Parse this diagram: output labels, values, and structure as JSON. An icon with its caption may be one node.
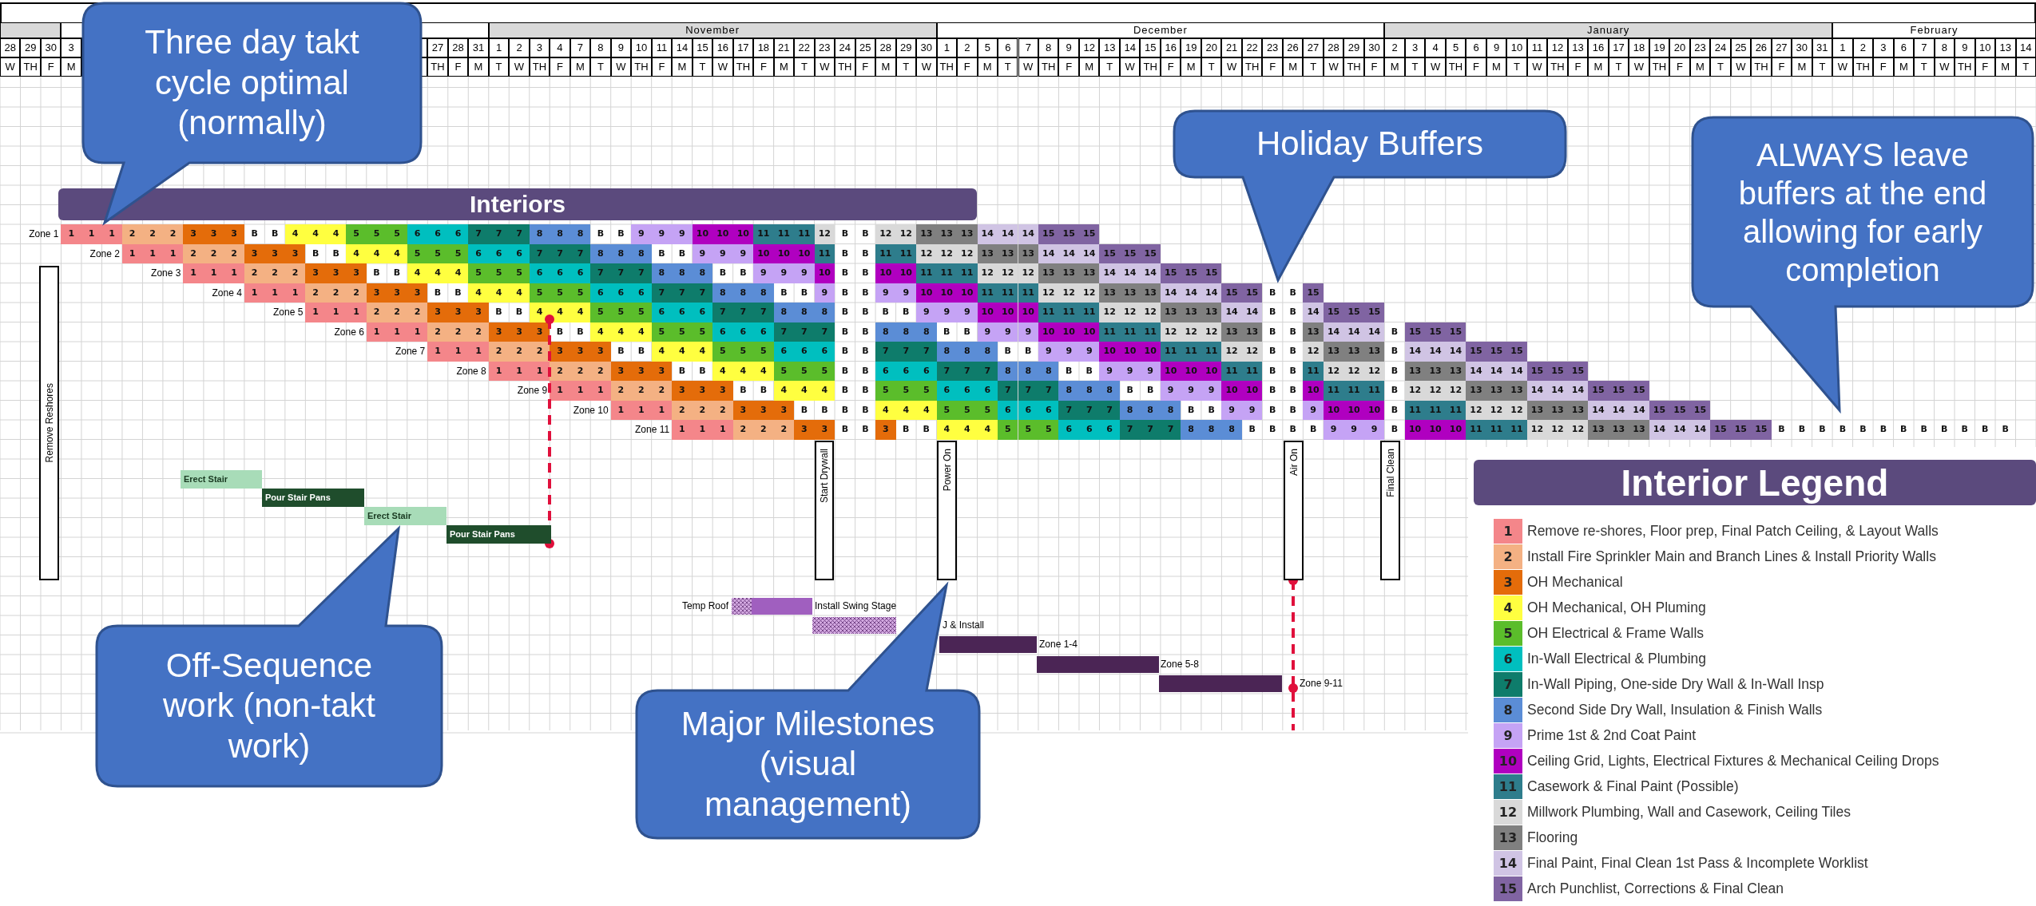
{
  "diagram": {
    "nodes": [
      {
        "text": [
          "Interiors"
        ]
      },
      {
        "text": [
          "Three day takt cycle optimal (normally)"
        ]
      },
      {
        "text": [
          "Holiday Buffers"
        ]
      },
      {
        "text": [
          "ALWAYS leave buffers at the end allowing for early completion"
        ]
      },
      {
        "text": [
          "Remove Reshores"
        ]
      },
      {
        "text": [
          "Start Drywall"
        ]
      },
      {
        "text": [
          "Power On"
        ]
      },
      {
        "text": [
          "Air On"
        ]
      },
      {
        "text": [
          "Final Clean"
        ]
      },
      {
        "text": [
          "Erect Stair"
        ]
      },
      {
        "text": [
          "Pour Stair Pans"
        ]
      },
      {
        "text": [
          "Erect Stair"
        ]
      },
      {
        "text": [
          "Pour Stair Pans"
        ]
      },
      {
        "text": [
          "Off-Sequence work (non-takt work)"
        ]
      },
      {
        "text": [
          "Major Milestones (visual management)"
        ]
      },
      {
        "text": [
          "Interior Legend"
        ]
      },
      {
        "text": [],
        "shape": "bar"
      },
      {
        "text": [],
        "shape": "bar"
      },
      {
        "text": [],
        "shape": "bar"
      },
      {
        "text": [],
        "shape": "bar"
      },
      {
        "text": [],
        "shape": "bar"
      },
      {
        "text": [],
        "shape": "bar"
      }
    ],
    "labels": [
      "November",
      "December",
      "January",
      "February",
      "28",
      "29",
      "30",
      "3",
      "27",
      "28",
      "31",
      "1",
      "2",
      "3",
      "4",
      "7",
      "8",
      "9",
      "10",
      "11",
      "14",
      "15",
      "16",
      "17",
      "18",
      "21",
      "22",
      "23",
      "24",
      "25",
      "28",
      "29",
      "30",
      "1",
      "2",
      "5",
      "6",
      "7",
      "8",
      "9",
      "12",
      "13",
      "14",
      "15",
      "16",
      "19",
      "20",
      "21",
      "22",
      "23",
      "26",
      "27",
      "28",
      "29",
      "30",
      "2",
      "3",
      "4",
      "5",
      "6",
      "9",
      "10",
      "11",
      "12",
      "13",
      "16",
      "17",
      "18",
      "19",
      "20",
      "23",
      "24",
      "25",
      "26",
      "27",
      "30",
      "31",
      "1",
      "2",
      "3",
      "6",
      "7",
      "8",
      "9",
      "10",
      "13",
      "14",
      "W",
      "TH",
      "F",
      "M",
      "TH",
      "F",
      "M",
      "T",
      "W",
      "TH",
      "F",
      "M",
      "T",
      "W",
      "TH",
      "F",
      "M",
      "T",
      "W",
      "TH",
      "F",
      "M",
      "T",
      "W",
      "TH",
      "F",
      "M",
      "T",
      "W",
      "TH",
      "F",
      "M",
      "T",
      "W",
      "TH",
      "F",
      "M",
      "T",
      "W",
      "TH",
      "F",
      "M",
      "T",
      "W",
      "TH",
      "F",
      "M",
      "T",
      "W",
      "TH",
      "F",
      "M",
      "T",
      "W",
      "TH",
      "F",
      "M",
      "T",
      "W",
      "TH",
      "F",
      "M",
      "T",
      "W",
      "TH",
      "F",
      "M",
      "T",
      "W",
      "TH",
      "F",
      "M",
      "T",
      "W",
      "TH",
      "F",
      "M",
      "T",
      "W",
      "TH",
      "F",
      "M",
      "T",
      "Zone 1",
      "1",
      "1",
      "1",
      "2",
      "2",
      "2",
      "3",
      "3",
      "3",
      "B",
      "B",
      "4",
      "4",
      "4",
      "5",
      "5",
      "5",
      "6",
      "6",
      "6",
      "7",
      "7",
      "7",
      "8",
      "8",
      "8",
      "B",
      "B",
      "9",
      "9",
      "9",
      "10",
      "10",
      "10",
      "11",
      "11",
      "11",
      "12",
      "B",
      "B",
      "12",
      "12",
      "13",
      "13",
      "13",
      "14",
      "14",
      "14",
      "15",
      "15",
      "15",
      "Zone 2",
      "1",
      "1",
      "1",
      "2",
      "2",
      "2",
      "3",
      "3",
      "3",
      "B",
      "B",
      "4",
      "4",
      "4",
      "5",
      "5",
      "5",
      "6",
      "6",
      "6",
      "7",
      "7",
      "7",
      "8",
      "8",
      "8",
      "B",
      "B",
      "9",
      "9",
      "9",
      "10",
      "10",
      "10",
      "11",
      "B",
      "B",
      "11",
      "11",
      "12",
      "12",
      "12",
      "13",
      "13",
      "13",
      "14",
      "14",
      "14",
      "15",
      "15",
      "15",
      "Zone 3",
      "1",
      "1",
      "1",
      "2",
      "2",
      "2",
      "3",
      "3",
      "3",
      "B",
      "B",
      "4",
      "4",
      "4",
      "5",
      "5",
      "5",
      "6",
      "6",
      "6",
      "7",
      "7",
      "7",
      "8",
      "8",
      "8",
      "B",
      "B",
      "9",
      "9",
      "9",
      "10",
      "B",
      "B",
      "10",
      "10",
      "11",
      "11",
      "11",
      "12",
      "12",
      "12",
      "13",
      "13",
      "13",
      "14",
      "14",
      "14",
      "15",
      "15",
      "15",
      "Zone 4",
      "1",
      "1",
      "1",
      "2",
      "2",
      "2",
      "3",
      "3",
      "3",
      "B",
      "B",
      "4",
      "4",
      "4",
      "5",
      "5",
      "5",
      "6",
      "6",
      "6",
      "7",
      "7",
      "7",
      "8",
      "8",
      "8",
      "B",
      "B",
      "9",
      "B",
      "B",
      "9",
      "9",
      "10",
      "10",
      "10",
      "11",
      "11",
      "11",
      "12",
      "12",
      "12",
      "13",
      "13",
      "13",
      "14",
      "14",
      "14",
      "15",
      "15",
      "B",
      "B",
      "15",
      "Zone 5",
      "1",
      "1",
      "1",
      "2",
      "2",
      "2",
      "3",
      "3",
      "3",
      "B",
      "B",
      "4",
      "4",
      "4",
      "5",
      "5",
      "5",
      "6",
      "6",
      "6",
      "7",
      "7",
      "7",
      "8",
      "8",
      "8",
      "B",
      "B",
      "B",
      "B",
      "9",
      "9",
      "9",
      "10",
      "10",
      "10",
      "11",
      "11",
      "11",
      "12",
      "12",
      "12",
      "13",
      "13",
      "13",
      "14",
      "14",
      "B",
      "B",
      "14",
      "15",
      "15",
      "15",
      "Zone 6",
      "1",
      "1",
      "1",
      "2",
      "2",
      "2",
      "3",
      "3",
      "3",
      "B",
      "B",
      "4",
      "4",
      "4",
      "5",
      "5",
      "5",
      "6",
      "6",
      "6",
      "7",
      "7",
      "7",
      "B",
      "B",
      "8",
      "8",
      "8",
      "B",
      "B",
      "9",
      "9",
      "9",
      "10",
      "10",
      "10",
      "11",
      "11",
      "11",
      "12",
      "12",
      "12",
      "13",
      "13",
      "B",
      "B",
      "13",
      "14",
      "14",
      "14",
      "B",
      "15",
      "15",
      "15",
      "Zone 7",
      "1",
      "1",
      "1",
      "2",
      "2",
      "2",
      "3",
      "3",
      "3",
      "B",
      "B",
      "4",
      "4",
      "4",
      "5",
      "5",
      "5",
      "6",
      "6",
      "6",
      "B",
      "B",
      "7",
      "7",
      "7",
      "8",
      "8",
      "8",
      "B",
      "B",
      "9",
      "9",
      "9",
      "10",
      "10",
      "10",
      "11",
      "11",
      "11",
      "12",
      "12",
      "B",
      "B",
      "12",
      "13",
      "13",
      "13",
      "B",
      "14",
      "14",
      "14",
      "15",
      "15",
      "15",
      "Zone 8",
      "1",
      "1",
      "1",
      "2",
      "2",
      "2",
      "3",
      "3",
      "3",
      "B",
      "B",
      "4",
      "4",
      "4",
      "5",
      "5",
      "5",
      "B",
      "B",
      "6",
      "6",
      "6",
      "7",
      "7",
      "7",
      "8",
      "8",
      "8",
      "B",
      "B",
      "9",
      "9",
      "9",
      "10",
      "10",
      "10",
      "11",
      "11",
      "B",
      "B",
      "11",
      "12",
      "12",
      "12",
      "B",
      "13",
      "13",
      "13",
      "14",
      "14",
      "14",
      "15",
      "15",
      "15",
      "Zone 9",
      "1",
      "1",
      "1",
      "2",
      "2",
      "2",
      "3",
      "3",
      "3",
      "B",
      "B",
      "4",
      "4",
      "4",
      "B",
      "B",
      "5",
      "5",
      "5",
      "6",
      "6",
      "6",
      "7",
      "7",
      "7",
      "8",
      "8",
      "8",
      "B",
      "B",
      "9",
      "9",
      "9",
      "10",
      "10",
      "B",
      "B",
      "10",
      "11",
      "11",
      "11",
      "B",
      "12",
      "12",
      "12",
      "13",
      "13",
      "13",
      "14",
      "14",
      "14",
      "15",
      "15",
      "15",
      "Zone 10",
      "1",
      "1",
      "1",
      "2",
      "2",
      "2",
      "3",
      "3",
      "3",
      "B",
      "B",
      "B",
      "B",
      "4",
      "4",
      "4",
      "5",
      "5",
      "5",
      "6",
      "6",
      "6",
      "7",
      "7",
      "7",
      "8",
      "8",
      "8",
      "B",
      "B",
      "9",
      "9",
      "B",
      "B",
      "9",
      "10",
      "10",
      "10",
      "B",
      "11",
      "11",
      "11",
      "12",
      "12",
      "12",
      "13",
      "13",
      "13",
      "14",
      "14",
      "14",
      "15",
      "15",
      "15",
      "Zone 11",
      "1",
      "1",
      "1",
      "2",
      "2",
      "2",
      "3",
      "3",
      "B",
      "B",
      "3",
      "B",
      "B",
      "4",
      "4",
      "4",
      "5",
      "5",
      "5",
      "6",
      "6",
      "6",
      "7",
      "7",
      "7",
      "8",
      "8",
      "8",
      "B",
      "B",
      "B",
      "B",
      "9",
      "9",
      "9",
      "B",
      "10",
      "10",
      "10",
      "11",
      "11",
      "11",
      "12",
      "12",
      "12",
      "13",
      "13",
      "13",
      "14",
      "14",
      "14",
      "15",
      "15",
      "15",
      "B",
      "B",
      "B",
      "B",
      "B",
      "B",
      "B",
      "B",
      "B",
      "B",
      "B",
      "B",
      "Temp Roof",
      "Install Swing Stage",
      "J & Install",
      "Zone 1-4",
      "Zone 5-8",
      "Zone 9-11"
    ],
    "legend": [
      {
        "text": "1 Remove re-shores, Floor prep, Final Patch Ceiling, & Layout Walls",
        "color": "#f4868a"
      },
      {
        "text": "2 Install Fire Sprinkler Main and Branch Lines & Install Priority Walls",
        "color": "#f4b183"
      },
      {
        "text": "3 OH Mechanical",
        "color": "#e46c0a"
      },
      {
        "text": "4 OH Mechanical, OH Pluming",
        "color": "#ffff40"
      },
      {
        "text": "5 OH Electrical & Frame Walls",
        "color": "#5bbd2b"
      },
      {
        "text": "6 In-Wall Electrical & Plumbing",
        "color": "#00bfbf"
      },
      {
        "text": "7 In-Wall Piping, One-side Dry Wall & In-Wall Insp",
        "color": "#0e7c6b"
      },
      {
        "text": "8 Second Side Dry Wall, Insulation & Finish Walls",
        "color": "#5b8dd6"
      },
      {
        "text": "9 Prime 1st & 2nd Coat Paint",
        "color": "#c5a3f5"
      },
      {
        "text": "10 Ceiling Grid, Lights, Electrical Fixtures & Mechanical Ceiling Drops",
        "color": "#b000c0"
      },
      {
        "text": "11 Casework & Final Paint (Possible)",
        "color": "#2e7d8c"
      },
      {
        "text": "12 Millwork Plumbing, Wall and Casework, Ceiling Tiles",
        "color": "#d9d9d9"
      },
      {
        "text": "13 Flooring",
        "color": "#808080"
      },
      {
        "text": "14 Final Paint, Final Clean 1st Pass & Incomplete Worklist",
        "color": "#d0c4e4"
      },
      {
        "text": "15 Arch Punchlist, Corrections & Final Clean",
        "color": "#8064a2"
      }
    ]
  }
}
